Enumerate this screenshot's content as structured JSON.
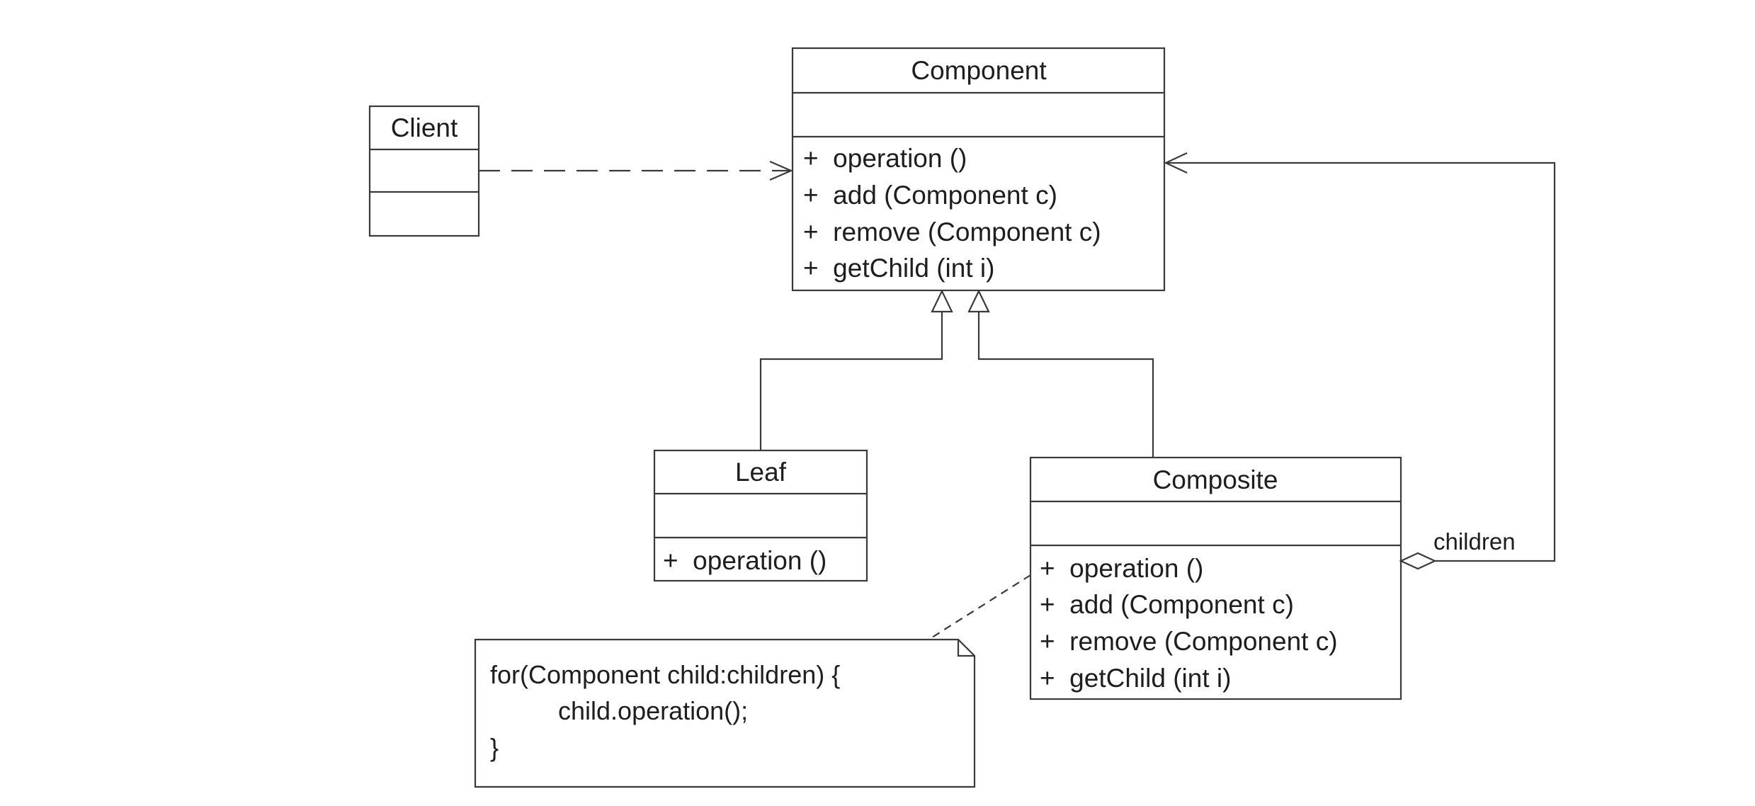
{
  "classes": {
    "client": {
      "name": "Client",
      "attributes": [],
      "operations": []
    },
    "component": {
      "name": "Component",
      "attributes": [],
      "operations": [
        "+  operation ()",
        "+  add (Component c)",
        "+  remove (Component c)",
        "+  getChild (int i)"
      ]
    },
    "leaf": {
      "name": "Leaf",
      "attributes": [],
      "operations": [
        "+  operation ()"
      ]
    },
    "composite": {
      "name": "Composite",
      "attributes": [],
      "operations": [
        "+  operation ()",
        "+  add (Component c)",
        "+  remove (Component c)",
        "+  getChild (int i)"
      ]
    }
  },
  "relations": {
    "dependency": {
      "from": "Client",
      "to": "Component",
      "style": "dashed-open-arrow"
    },
    "generalizations": [
      {
        "from": "Leaf",
        "to": "Component"
      },
      {
        "from": "Composite",
        "to": "Component"
      }
    ],
    "aggregation": {
      "from": "Composite",
      "to": "Component",
      "role": "children"
    }
  },
  "note": {
    "lines": [
      "for(Component child:children) {",
      "child.operation();",
      "}"
    ]
  }
}
